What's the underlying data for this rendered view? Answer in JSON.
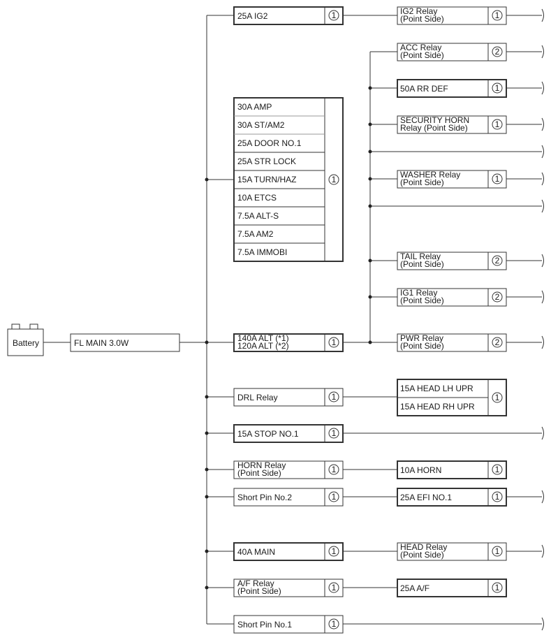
{
  "battery": {
    "label": "Battery"
  },
  "main_fuse": {
    "label": "FL MAIN 3.0W"
  },
  "left": {
    "ig2_fuse": {
      "label": "25A IG2",
      "pin": "1"
    },
    "block_pin": "1",
    "block_fuses": [
      "30A AMP",
      "30A ST/AM2",
      "25A DOOR NO.1",
      "25A STR LOCK",
      "15A TURN/HAZ",
      "10A ETCS",
      "7.5A ALT-S",
      "7.5A AM2",
      "7.5A IMMOBI"
    ],
    "alt_fuse": {
      "line1": "140A ALT (*1)",
      "line2": "120A ALT (*2)",
      "pin": "1"
    },
    "drl_relay": {
      "label": "DRL Relay",
      "pin": "1"
    },
    "stop_fuse": {
      "label": "15A STOP NO.1",
      "pin": "1"
    },
    "horn_relay": {
      "line1": "HORN Relay",
      "line2": "(Point Side)",
      "pin": "1"
    },
    "short_pin_2": {
      "label": "Short Pin No.2",
      "pin": "1"
    },
    "main_40a": {
      "label": "40A MAIN",
      "pin": "1"
    },
    "af_relay": {
      "line1": "A/F Relay",
      "line2": "(Point Side)",
      "pin": "1"
    },
    "short_pin_1": {
      "label": "Short Pin No.1",
      "pin": "1"
    }
  },
  "right": {
    "ig2_relay": {
      "line1": "IG2 Relay",
      "line2": "(Point Side)",
      "pin": "1"
    },
    "acc_relay": {
      "line1": "ACC Relay",
      "line2": "(Point Side)",
      "pin": "2"
    },
    "rr_def": {
      "label": "50A RR DEF",
      "pin": "1"
    },
    "security_horn": {
      "line1": "SECURITY HORN",
      "line2": "Relay (Point Side)",
      "pin": "1"
    },
    "washer_relay": {
      "line1": "WASHER Relay",
      "line2": "(Point Side)",
      "pin": "1"
    },
    "tail_relay": {
      "line1": "TAIL Relay",
      "line2": "(Point Side)",
      "pin": "2"
    },
    "ig1_relay": {
      "line1": "IG1 Relay",
      "line2": "(Point Side)",
      "pin": "2"
    },
    "pwr_relay": {
      "line1": "PWR Relay",
      "line2": "(Point Side)",
      "pin": "2"
    },
    "head_fuses": {
      "line1": "15A HEAD LH UPR",
      "line2": "15A HEAD RH UPR",
      "pin": "1"
    },
    "horn_fuse": {
      "label": "10A HORN",
      "pin": "1"
    },
    "efi_fuse": {
      "label": "25A EFI NO.1",
      "pin": "1"
    },
    "head_relay": {
      "line1": "HEAD Relay",
      "line2": "(Point Side)",
      "pin": "1"
    },
    "af_fuse": {
      "label": "25A A/F",
      "pin": "1"
    }
  }
}
